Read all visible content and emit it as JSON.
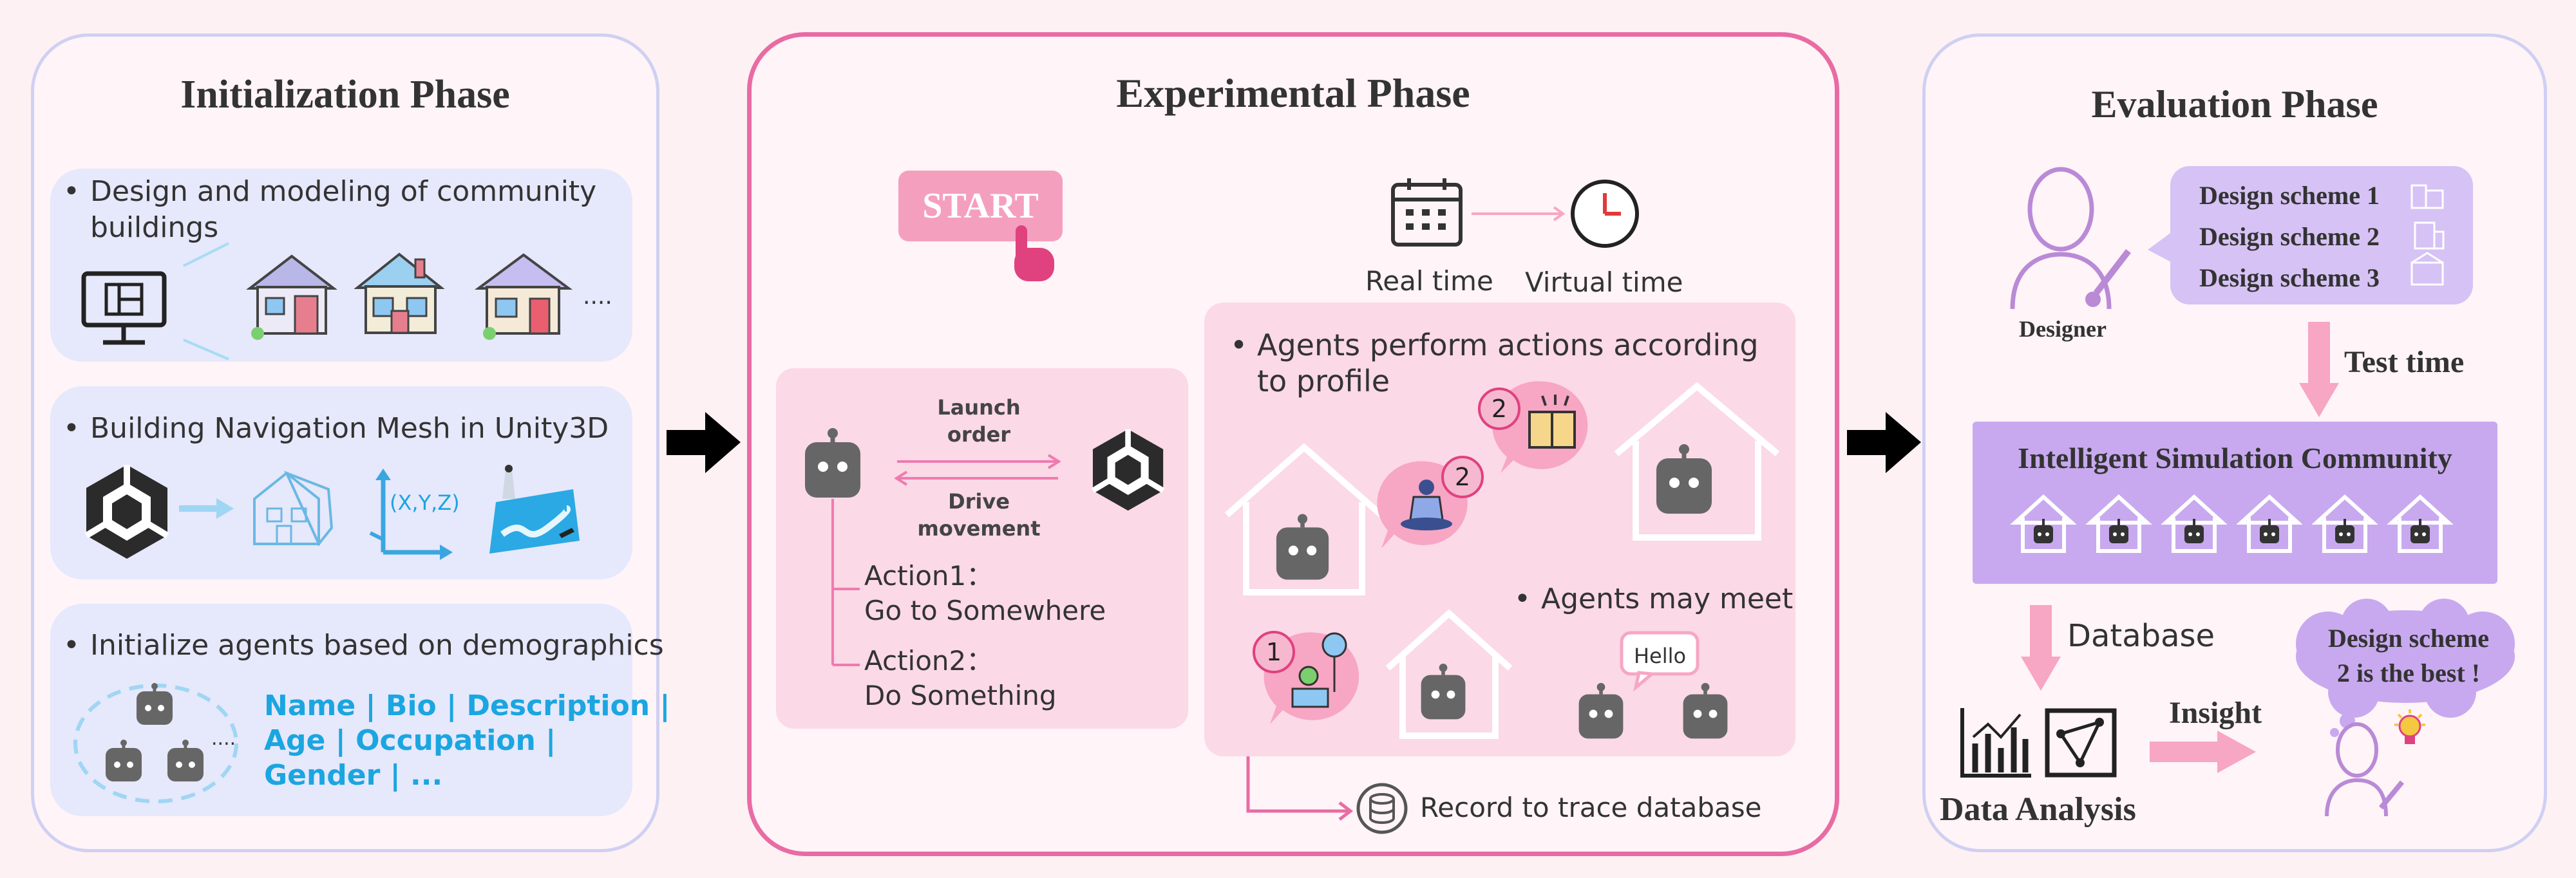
{
  "init": {
    "title": "Initialization Phase",
    "box1": {
      "text_l1": "Design and modeling of community",
      "text_l2": "buildings",
      "ellipsis": "...."
    },
    "box2": {
      "text": "Building Navigation Mesh in Unity3D",
      "axis_label": "(X,Y,Z)"
    },
    "box3": {
      "text": "Initialize agents based on demographics",
      "ellipsis": "....",
      "attrs_l1": "Name | Bio | Description |",
      "attrs_l2": "Age | Occupation |",
      "attrs_l3": "Gender | ..."
    }
  },
  "exp": {
    "title": "Experimental Phase",
    "start": "START",
    "real_time": "Real time",
    "virtual_time": "Virtual time",
    "launch_l1": "Launch",
    "launch_l2": "order",
    "drive_l1": "Drive",
    "drive_l2": "movement",
    "action1_l1": "Action1：",
    "action1_l2": "Go to Somewhere",
    "action2_l1": "Action2：",
    "action2_l2": "Do Something",
    "agents_text_l1": "Agents perform actions according",
    "agents_text_l2": "to profile",
    "badge_1": "1",
    "badge_2": "2",
    "meet_text": "Agents may meet",
    "hello": "Hello",
    "record": "Record to trace database"
  },
  "eval": {
    "title": "Evaluation Phase",
    "schemes": [
      "Design scheme 1",
      "Design scheme 2",
      "Design scheme 3"
    ],
    "designer": "Designer",
    "test_time": "Test time",
    "community": "Intelligent Simulation Community",
    "database": "Database",
    "insight": "Insight",
    "data_analysis": "Data Analysis",
    "bubble_l1": "Design scheme",
    "bubble_l2": "2 is the best !"
  },
  "colors": {
    "pink_border": "#e86ca3",
    "lavender_border": "#cfd0f2",
    "box_blue": "#e6e8fb",
    "pink_box": "#fbd9e6",
    "purple_box": "#c8a9ef",
    "blue_text": "#1aa6e0",
    "pink_arrow": "#f7a6c3"
  }
}
